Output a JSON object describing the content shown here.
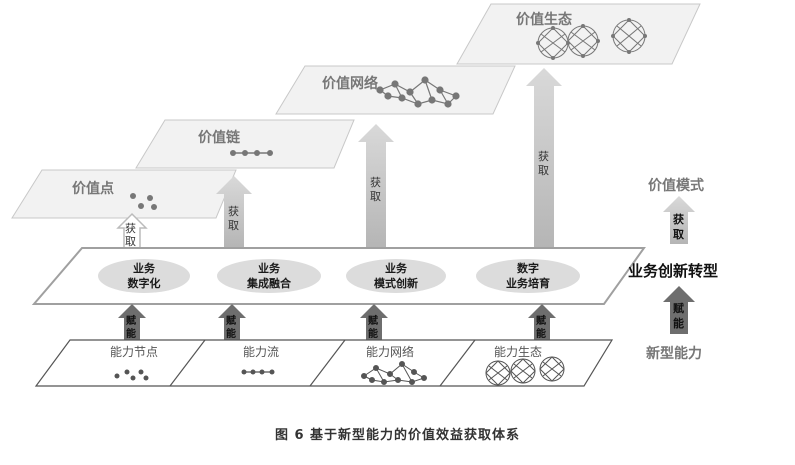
{
  "value_layers": {
    "point": "价值点",
    "chain": "价值链",
    "network": "价值网络",
    "ecology": "价值生态"
  },
  "business": {
    "digitization": [
      "业务",
      "数字化"
    ],
    "integration": [
      "业务",
      "集成融合"
    ],
    "model_innovation": [
      "业务",
      "模式创新"
    ],
    "digital_cultivation": [
      "数字",
      "业务培育"
    ]
  },
  "capabilities": {
    "node": "能力节点",
    "flow": "能力流",
    "network": "能力网络",
    "ecology": "能力生态"
  },
  "arrow_labels": {
    "acquire": [
      "获",
      "取"
    ],
    "empower": [
      "赋",
      "能"
    ]
  },
  "legend": {
    "value_mode": "价值模式",
    "acquire": [
      "获",
      "取"
    ],
    "transformation": "业务创新转型",
    "empower": [
      "赋",
      "能"
    ],
    "new_capability": "新型能力"
  },
  "caption": "图 6   基于新型能力的价值效益获取体系",
  "colors": {
    "layer_fill": "#f2f2f2",
    "layer_stroke": "#c8c8c8",
    "arrow_light": "#c4c4c4",
    "arrow_dark": "#6e6e6e",
    "ellipse_fill": "#dcdcdc",
    "text_gray": "#777777",
    "text_dark": "#1a1a1a"
  }
}
